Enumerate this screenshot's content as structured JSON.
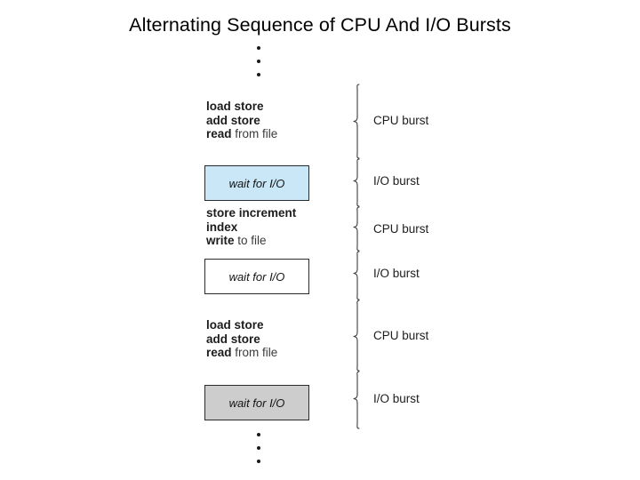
{
  "slide": {
    "title": "Alternating Sequence of CPU And I/O Bursts",
    "background_color": "#ffffff"
  },
  "ellipsis": {
    "top": {
      "name": "vertical-ellipsis-top",
      "dot_count": 3
    },
    "bottom": {
      "name": "vertical-ellipsis-bottom",
      "dot_count": 3
    }
  },
  "cpu_blocks": [
    {
      "id": "cpu-block-1",
      "lines": [
        {
          "strong": "load store",
          "light": ""
        },
        {
          "strong": "add store",
          "light": ""
        },
        {
          "strong": "read",
          "light": " from file"
        }
      ]
    },
    {
      "id": "cpu-block-2",
      "lines": [
        {
          "strong": "store increment",
          "light": ""
        },
        {
          "strong": "index",
          "light": ""
        },
        {
          "strong": "write",
          "light": " to file"
        }
      ]
    },
    {
      "id": "cpu-block-3",
      "lines": [
        {
          "strong": "load store",
          "light": ""
        },
        {
          "strong": "add store",
          "light": ""
        },
        {
          "strong": "read",
          "light": " from file"
        }
      ]
    }
  ],
  "io_boxes": [
    {
      "id": "io-box-1",
      "label": "wait for I/O",
      "fill": "#c9e7f7",
      "border": "#2b2b2b"
    },
    {
      "id": "io-box-2",
      "label": "wait for I/O",
      "fill": "#ffffff",
      "border": "#2b2b2b"
    },
    {
      "id": "io-box-3",
      "label": "wait for I/O",
      "fill": "#cdcdcd",
      "border": "#2b2b2b"
    }
  ],
  "burst_labels": [
    {
      "id": "burst-label-1",
      "text": "CPU burst",
      "kind": "cpu"
    },
    {
      "id": "burst-label-2",
      "text": "I/O burst",
      "kind": "io"
    },
    {
      "id": "burst-label-3",
      "text": "CPU burst",
      "kind": "cpu"
    },
    {
      "id": "burst-label-4",
      "text": "I/O burst",
      "kind": "io"
    },
    {
      "id": "burst-label-5",
      "text": "CPU burst",
      "kind": "cpu"
    },
    {
      "id": "burst-label-6",
      "text": "I/O burst",
      "kind": "io"
    }
  ],
  "brace_column": {
    "name": "brace-column",
    "stroke_color": "#3c3c3c",
    "segment_count": 6
  }
}
